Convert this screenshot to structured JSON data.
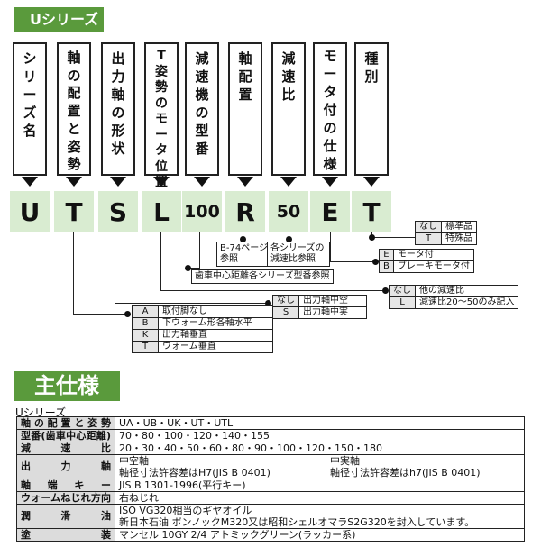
{
  "series_tab": "Uシリーズ",
  "columns": [
    {
      "label": "シリーズ名",
      "code": "U"
    },
    {
      "label": "軸の配置と姿勢",
      "code": "T"
    },
    {
      "label": "出力軸の形状",
      "code": "S"
    },
    {
      "label": "T姿勢のモータ位置",
      "code": "L"
    },
    {
      "label": "減速機の型番",
      "code": "100"
    },
    {
      "label": "軸配置",
      "code": "R"
    },
    {
      "label": "減速比",
      "code": "50"
    },
    {
      "label": "モータ付の仕様",
      "code": "E"
    },
    {
      "label": "種別",
      "code": "T"
    }
  ],
  "type_table": [
    [
      "なし",
      "標準品"
    ],
    [
      "T",
      "特殊品"
    ]
  ],
  "motor_table": [
    [
      "E",
      "モータ付"
    ],
    [
      "B",
      "ブレーキモータ付"
    ]
  ],
  "axis_note": "B-74ページ参照",
  "ratio_note": "各シリーズの減速比参照",
  "model_note": "歯車中心距離各シリーズ型番参照",
  "ratio_table": [
    [
      "なし",
      "他の減速比"
    ],
    [
      "L",
      "減速比20～50のみ記入"
    ]
  ],
  "shaft_table": [
    [
      "なし",
      "出力軸中空"
    ],
    [
      "S",
      "出力軸中実"
    ]
  ],
  "attitude_table": [
    [
      "A",
      "取付脚なし"
    ],
    [
      "B",
      "下ウォーム形各軸水平"
    ],
    [
      "K",
      "出力軸垂直"
    ],
    [
      "T",
      "ウォーム垂直"
    ]
  ],
  "spec_title": "主仕様",
  "spec_sub": "Uシリーズ",
  "spec": {
    "r1": {
      "h": "軸の配置と姿勢",
      "v": "UA・UB・UK・UT・UTL"
    },
    "r2": {
      "h": "型番(歯車中心距離)",
      "v": "70・80・100・120・140・155"
    },
    "r3": {
      "h": "減速比",
      "v": "20・30・40・50・60・80・90・100・120・150・180"
    },
    "r4": {
      "h": "出力軸",
      "a1": "中空軸",
      "a2": "軸径寸法許容差はH7(JIS B 0401)",
      "b1": "中実軸",
      "b2": "軸径寸法許容差はh7(JIS B 0401)"
    },
    "r5": {
      "h": "軸端キー",
      "v": "JIS B 1301-1996(平行キー)"
    },
    "r6": {
      "h": "ウォームねじれ方向",
      "v": "右ねじれ"
    },
    "r7": {
      "h": "潤滑油",
      "v1": "ISO VG320相当のギヤオイル",
      "v2": "新日本石油 ボンノックM320又は昭和シェルオマラS2G320を封入しています。"
    },
    "r8": {
      "h": "塗装",
      "v": "マンセル 10GY 2/4 アトミックグリーン(ラッカー系)"
    }
  }
}
